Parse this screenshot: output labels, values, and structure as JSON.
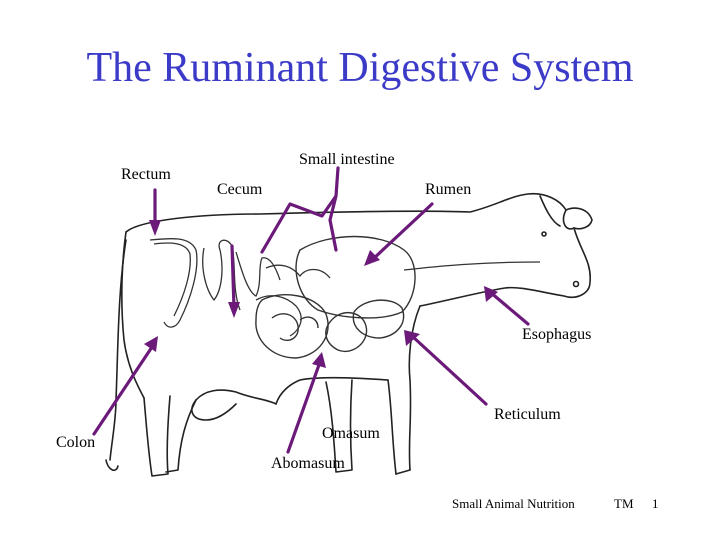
{
  "slide": {
    "title": "The Ruminant Digestive System"
  },
  "labels": {
    "rectum": "Rectum",
    "small_intestine": "Small intestine",
    "cecum": "Cecum",
    "rumen": "Rumen",
    "esophagus": "Esophagus",
    "colon": "Colon",
    "reticulum": "Reticulum",
    "omasum": "Omasum",
    "abomasum": "Abomasum"
  },
  "footer": {
    "course": "Small Animal Nutrition",
    "mark": "TM",
    "page": "1"
  },
  "colors": {
    "title": "#3b3bc8",
    "pointer": "#6b1a7a",
    "outline": "#222222"
  }
}
